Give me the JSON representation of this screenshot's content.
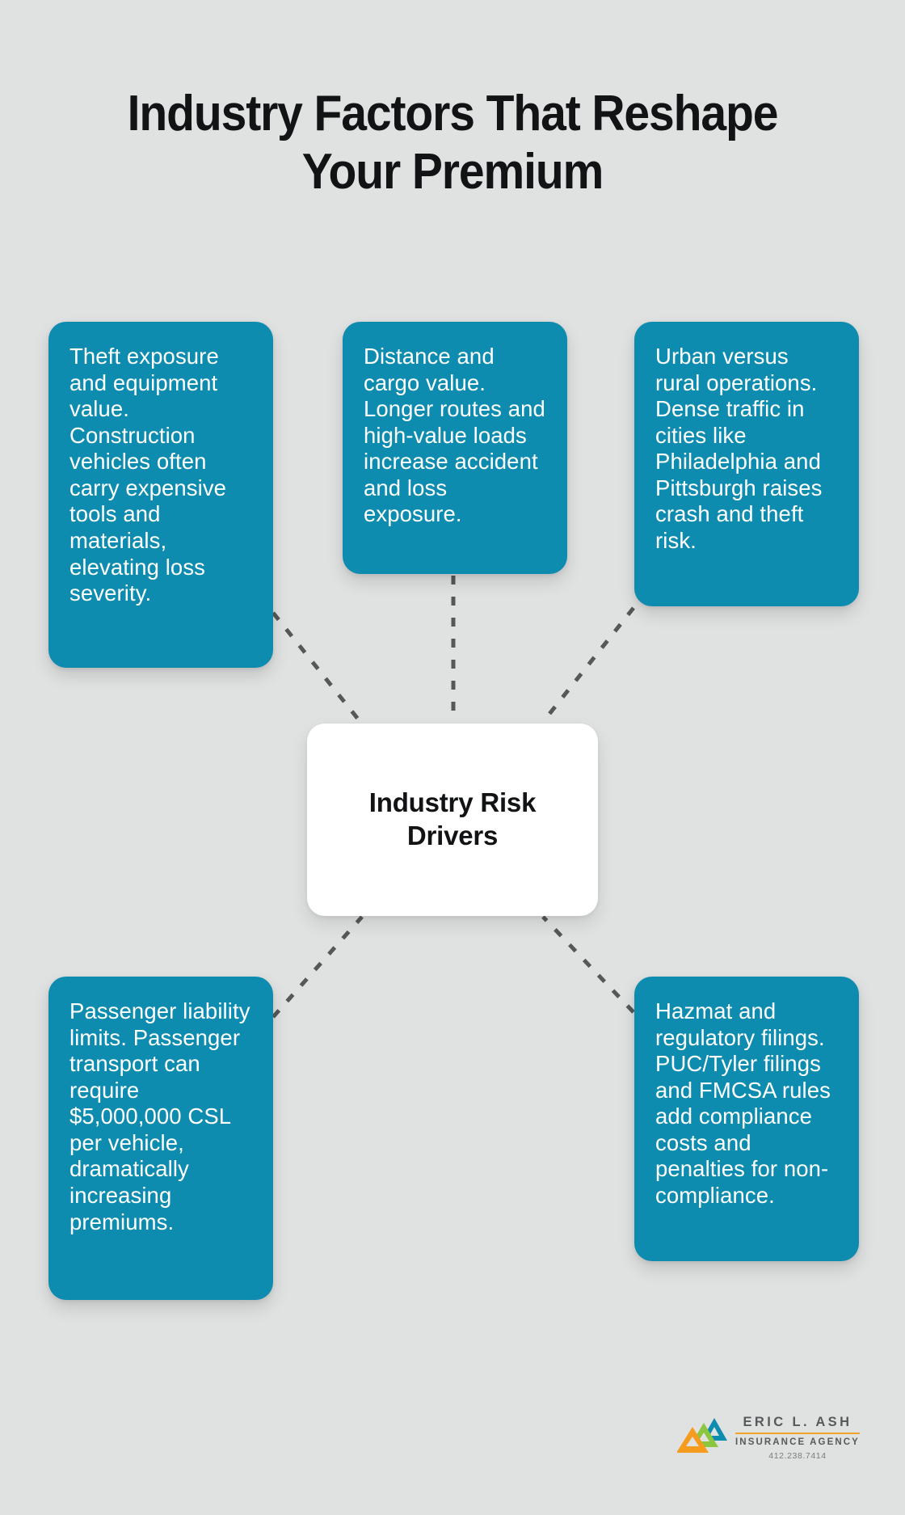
{
  "page": {
    "title": "Industry Factors That Reshape Your Premium",
    "background_color": "#e0e1e1"
  },
  "diagram": {
    "type": "hub-and-spoke",
    "center": {
      "label": "Industry Risk Drivers",
      "background_color": "#ffffff",
      "text_color": "#111315"
    },
    "connector": {
      "style": "dashed",
      "color": "#555759"
    },
    "node_color": "#0d8cb0",
    "node_text_color": "#ffffff",
    "nodes": [
      {
        "id": "theft",
        "position": "top-left",
        "text": "Theft exposure and equipment value. Construction vehicles often carry expensive tools and materials, elevating loss severity."
      },
      {
        "id": "distance",
        "position": "top-center",
        "text": "Distance and cargo value. Longer routes and high-value loads increase accident and loss exposure."
      },
      {
        "id": "urban",
        "position": "top-right",
        "text": "Urban versus rural operations. Dense traffic in cities like Philadelphia and Pittsburgh raises crash and theft risk."
      },
      {
        "id": "passenger",
        "position": "bottom-left",
        "text": "Passenger liability limits. Passenger transport can require $5,000,000 CSL per vehicle, dramatically increasing premiums."
      },
      {
        "id": "hazmat",
        "position": "bottom-right",
        "text": "Hazmat and regulatory filings. PUC/Tyler filings and FMCSA rules add compliance costs and penalties for non-compliance."
      }
    ]
  },
  "logo": {
    "name": "ERIC L. ASH",
    "subtitle": "INSURANCE AGENCY",
    "phone": "412.238.7414",
    "mark_colors": {
      "orange": "#f59b1e",
      "green": "#8cc63e",
      "teal": "#0d8cb0"
    },
    "rule_color": "#f0a52a",
    "text_color": "#58595b"
  }
}
